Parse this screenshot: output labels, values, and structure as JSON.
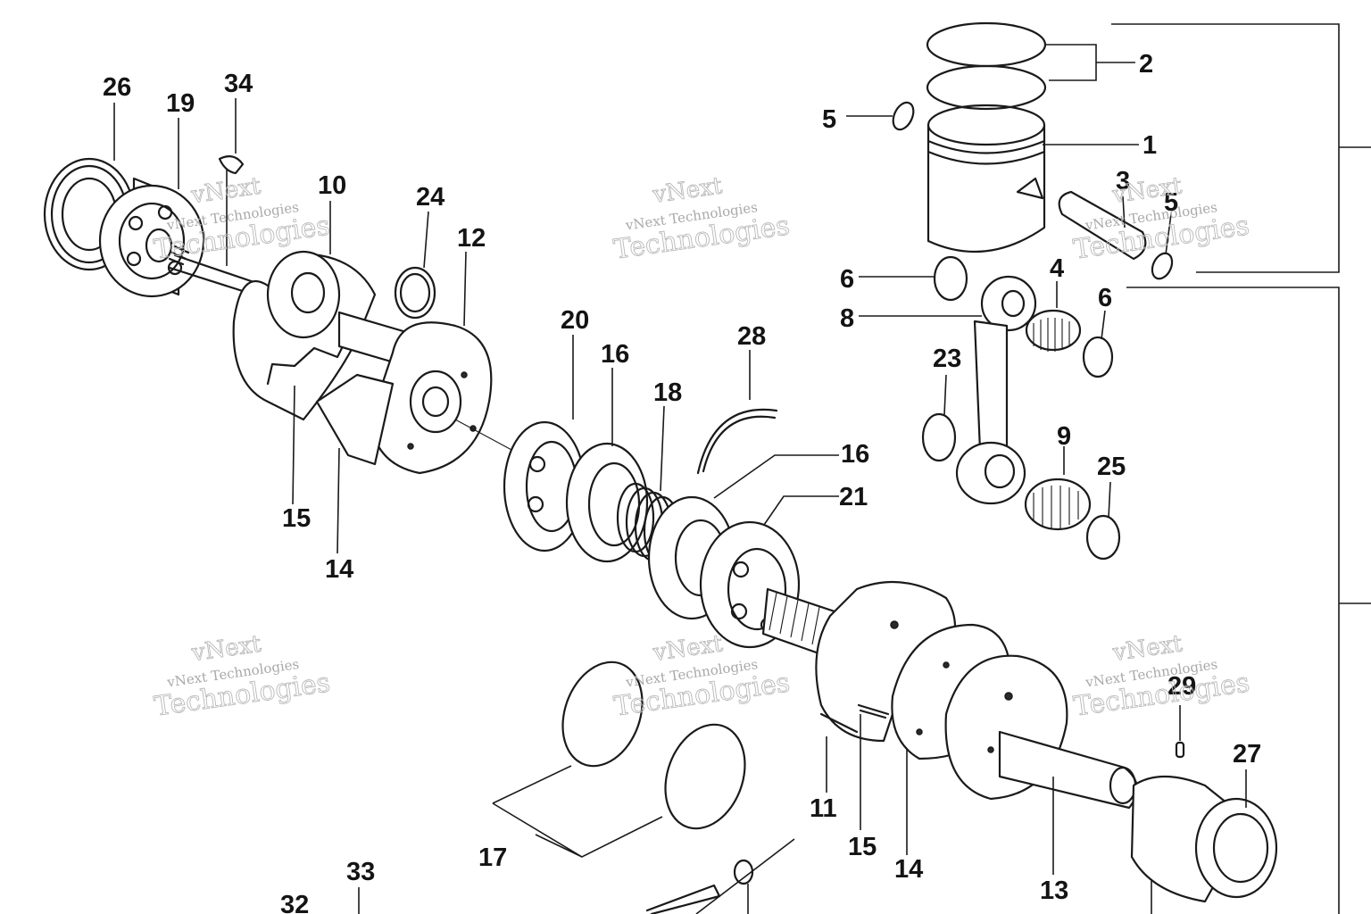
{
  "diagram": {
    "part_numbers": [
      "1",
      "2",
      "3",
      "4",
      "5",
      "5",
      "6",
      "6",
      "8",
      "9",
      "10",
      "11",
      "12",
      "13",
      "14",
      "14",
      "15",
      "15",
      "16",
      "16",
      "17",
      "18",
      "19",
      "20",
      "21",
      "23",
      "24",
      "25",
      "26",
      "27",
      "28",
      "29",
      "32",
      "33",
      "34"
    ],
    "watermark": {
      "brand": "vNext",
      "word": "Technologies",
      "line": "vNext Technologies"
    },
    "colors": {
      "ink": "#1a1a1a",
      "paper": "#ffffff",
      "watermark": "#b9b9b9"
    }
  }
}
